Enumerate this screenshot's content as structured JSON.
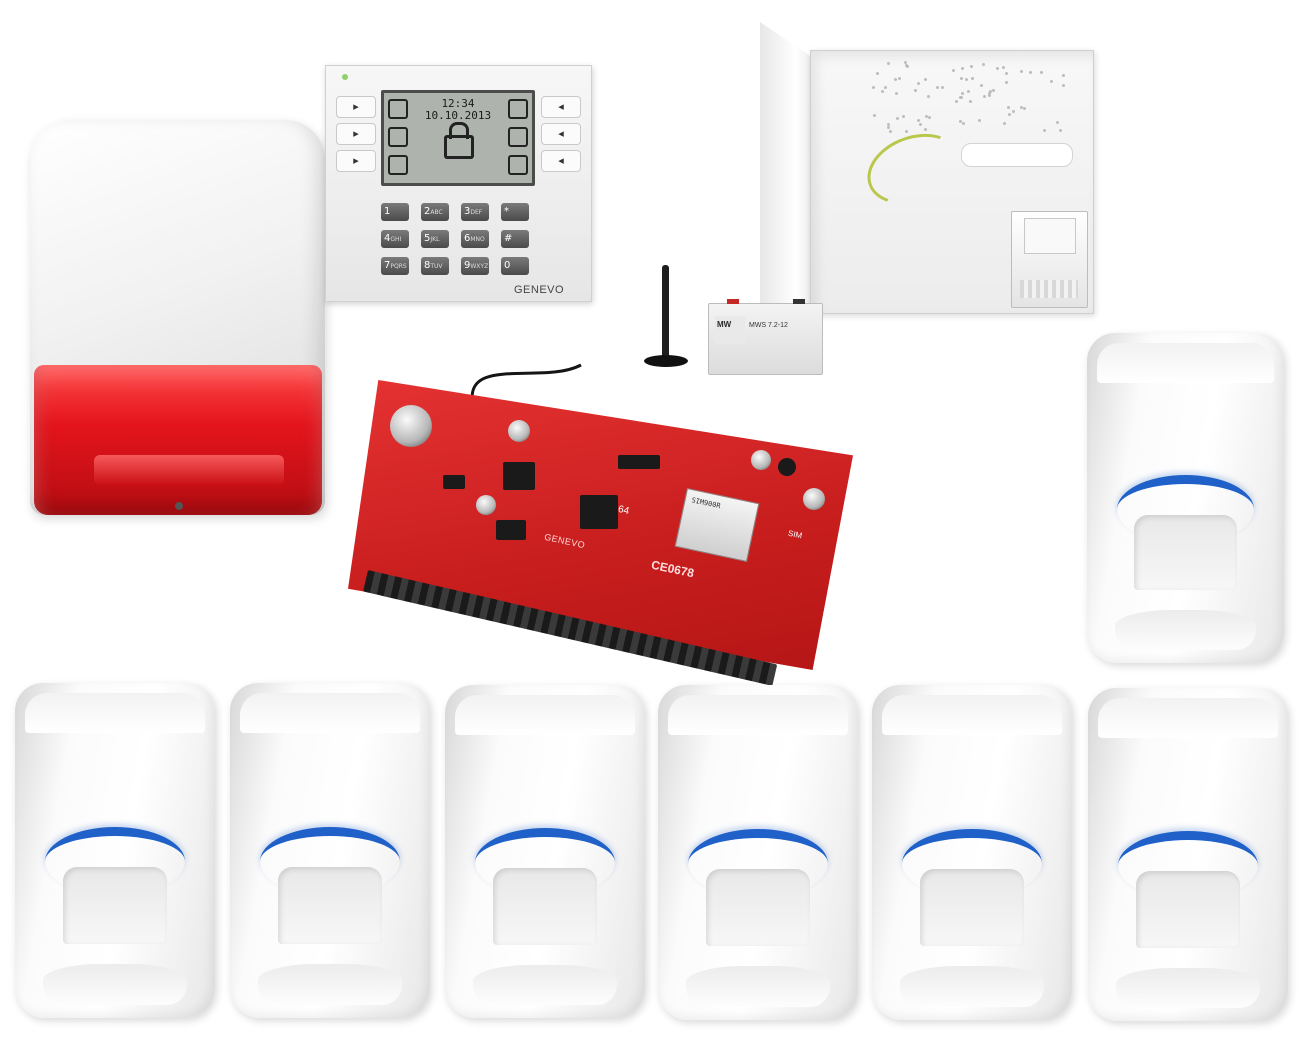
{
  "keypad": {
    "time": "12:34",
    "date": "10.10.2013",
    "brand": "GENEVO",
    "keys": [
      {
        "main": "1",
        "sub": ""
      },
      {
        "main": "2",
        "sub": "ABC"
      },
      {
        "main": "3",
        "sub": "DEF"
      },
      {
        "main": "*",
        "sub": ""
      },
      {
        "main": "4",
        "sub": "GHI"
      },
      {
        "main": "5",
        "sub": "JKL"
      },
      {
        "main": "6",
        "sub": "MNO"
      },
      {
        "main": "#",
        "sub": ""
      },
      {
        "main": "7",
        "sub": "PQRS"
      },
      {
        "main": "8",
        "sub": "TUV"
      },
      {
        "main": "9",
        "sub": "WXYZ"
      },
      {
        "main": "0",
        "sub": ""
      }
    ]
  },
  "battery": {
    "logo": "MW",
    "model": "MWS 7.2-12"
  },
  "board": {
    "brand": "GENEVO",
    "chip_label": "64",
    "gsm_model": "SIM900R",
    "ce_mark": "CE0678",
    "sim_label": "SIM"
  },
  "colors": {
    "siren_red": "#e4141c",
    "pcb_red": "#d22424",
    "pir_lens_blue": "#1f60c9"
  }
}
